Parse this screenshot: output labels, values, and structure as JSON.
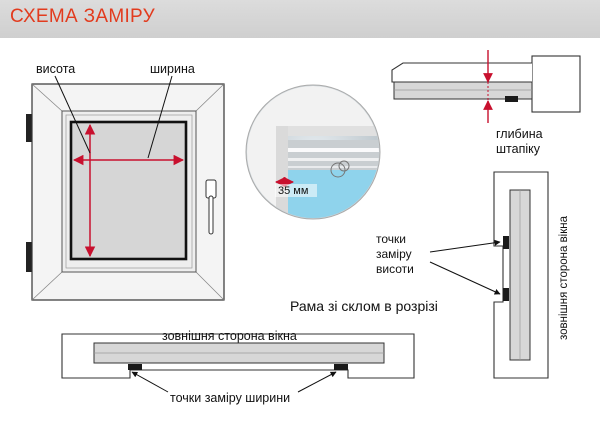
{
  "header": {
    "title": "СХЕМА ЗАМІРУ"
  },
  "labels": {
    "height": "висота",
    "width": "ширина",
    "sash_depth_line1": "глибина",
    "sash_depth_line2": "штапіку",
    "photo_measure": "35 мм",
    "height_points_line1": "точки",
    "height_points_line2": "заміру",
    "height_points_line3": "висоти",
    "cross_section": "Рама зі склом в розрізі",
    "outer_side_horizontal": "зовнішня сторона вікна",
    "outer_side_vertical": "зовнішня сторона вікна",
    "width_points": "точки заміру ширини"
  },
  "colors": {
    "accent": "#e23b1e",
    "arrow": "#c8102e",
    "outline": "#222222",
    "glass": "#d9d9d9",
    "seal": "#1a1a1a"
  }
}
